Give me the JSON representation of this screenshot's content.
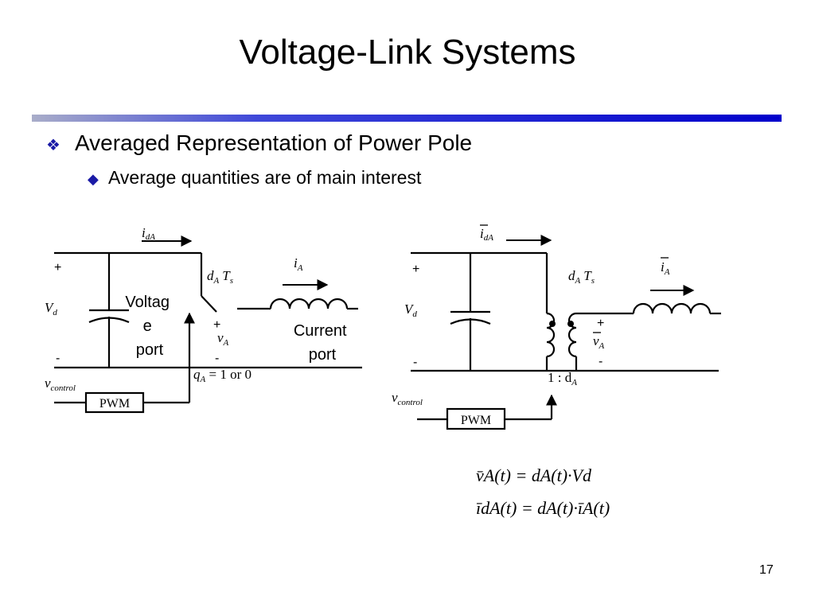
{
  "slide": {
    "title": "Voltage-Link Systems",
    "page_number": "17"
  },
  "bullets": {
    "level1": "Averaged Representation of Power Pole",
    "level2": "Average quantities are of main interest"
  },
  "left_circuit": {
    "current_label": "i",
    "current_sub": "dA",
    "plus": "+",
    "minus": "-",
    "vd": "V",
    "vd_sub": "d",
    "duty_label_d": "d",
    "duty_label_A": "A",
    "duty_label_T": "T",
    "duty_label_s": "s",
    "ia": "i",
    "ia_sub": "A",
    "voltage_port_line1": "Voltag",
    "voltage_port_line2": "e",
    "voltage_port_line3": "port",
    "current_port_line1": "Current",
    "current_port_line2": "port",
    "va_plus": "+",
    "va": "v",
    "va_sub": "A",
    "va_minus": "-",
    "q": "q",
    "q_sub": "A",
    "q_rest": " = 1 or 0",
    "vcontrol": "v",
    "vcontrol_sub": "control",
    "pwm": "PWM"
  },
  "right_circuit": {
    "current_label": "i",
    "current_sub": "dA",
    "plus": "+",
    "minus": "-",
    "vd": "V",
    "vd_sub": "d",
    "duty_label_d": "d",
    "duty_label_A": "A",
    "duty_label_T": "T",
    "duty_label_s": "s",
    "ia": "i",
    "ia_sub": "A",
    "va_plus": "+",
    "va": "v",
    "va_sub": "A",
    "va_minus": "-",
    "ratio": "1 : d",
    "ratio_sub": "A",
    "vcontrol": "v",
    "vcontrol_sub": "control",
    "pwm": "PWM"
  },
  "equations": {
    "eq1": "v̄A(t) = dA(t)·Vd",
    "eq2": "īdA(t) = dA(t)·īA(t)"
  }
}
